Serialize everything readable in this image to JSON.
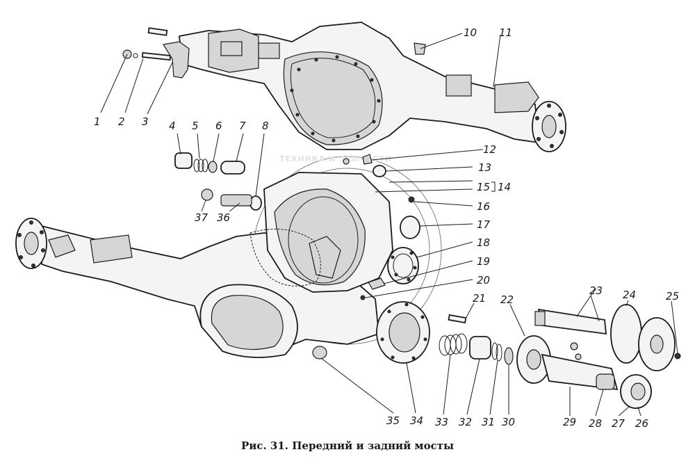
{
  "caption": "Рис. 31. Передний и задний мосты",
  "watermark": "ТЕХНИКА И ЗАПЧАСТИ",
  "part_numbers": [
    "1",
    "2",
    "3",
    "4",
    "5",
    "6",
    "7",
    "8",
    "10",
    "11",
    "12",
    "13",
    "14",
    "15",
    "16",
    "17",
    "18",
    "19",
    "20",
    "21",
    "22",
    "23",
    "24",
    "25",
    "26",
    "27",
    "28",
    "29",
    "30",
    "31",
    "32",
    "33",
    "34",
    "35",
    "36",
    "37"
  ]
}
